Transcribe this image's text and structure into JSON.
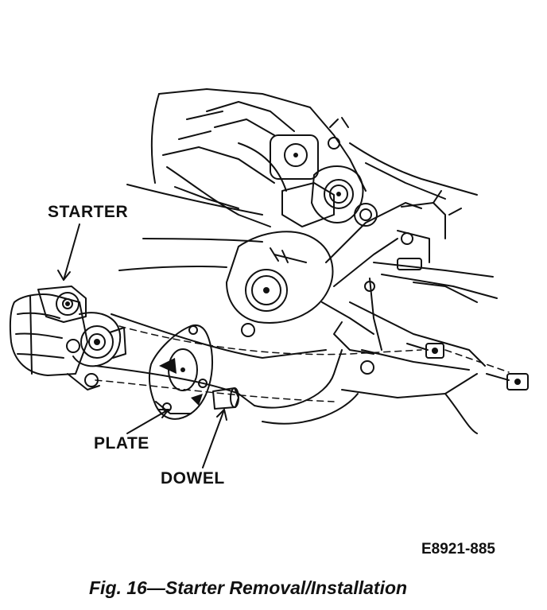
{
  "labels": {
    "starter": "STARTER",
    "plate": "PLATE",
    "dowel": "DOWEL"
  },
  "figure_code": "E8921-885",
  "caption": "Fig. 16—Starter Removal/Installation"
}
